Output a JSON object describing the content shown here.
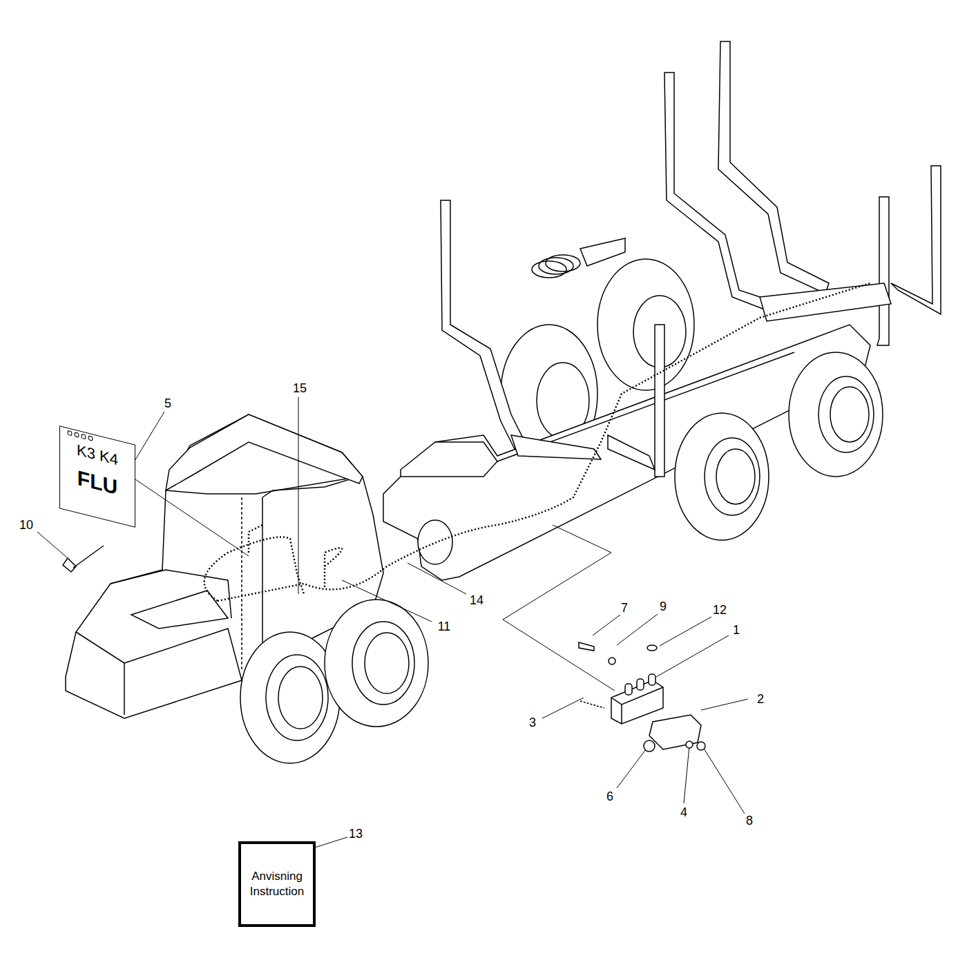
{
  "diagram": {
    "nodes": [
      {
        "text": [
          "K3 K4",
          "FLU"
        ]
      },
      {
        "text": [
          "Anvisning Instruction"
        ]
      }
    ],
    "labels": [
      "15",
      "5",
      "10",
      "14",
      "11",
      "7",
      "9",
      "12",
      "1",
      "2",
      "3",
      "6",
      "4",
      "8",
      "13"
    ]
  }
}
